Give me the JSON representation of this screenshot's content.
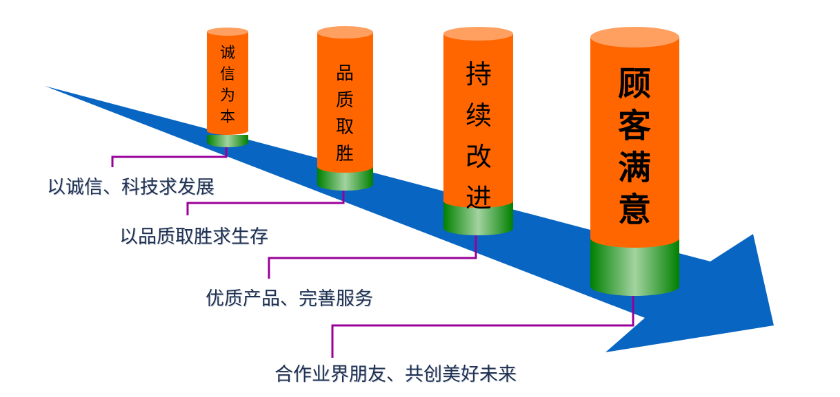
{
  "cylinders": [
    {
      "text": "诚信为本"
    },
    {
      "text": "品质取胜"
    },
    {
      "text": "持续改进"
    },
    {
      "text": "顾客满意"
    }
  ],
  "labels": [
    "以诚信、科技求发展",
    "以品质取胜求生存",
    "优质产品、完善服务",
    "合作业界朋友、共创美好未来"
  ],
  "colors": {
    "arrow": "#0866c2",
    "cylinder_body": "#ff6600",
    "cylinder_top": "#ffa060",
    "base_green": "#008000",
    "base_light": "#a0d0a0",
    "connector": "#990099"
  }
}
